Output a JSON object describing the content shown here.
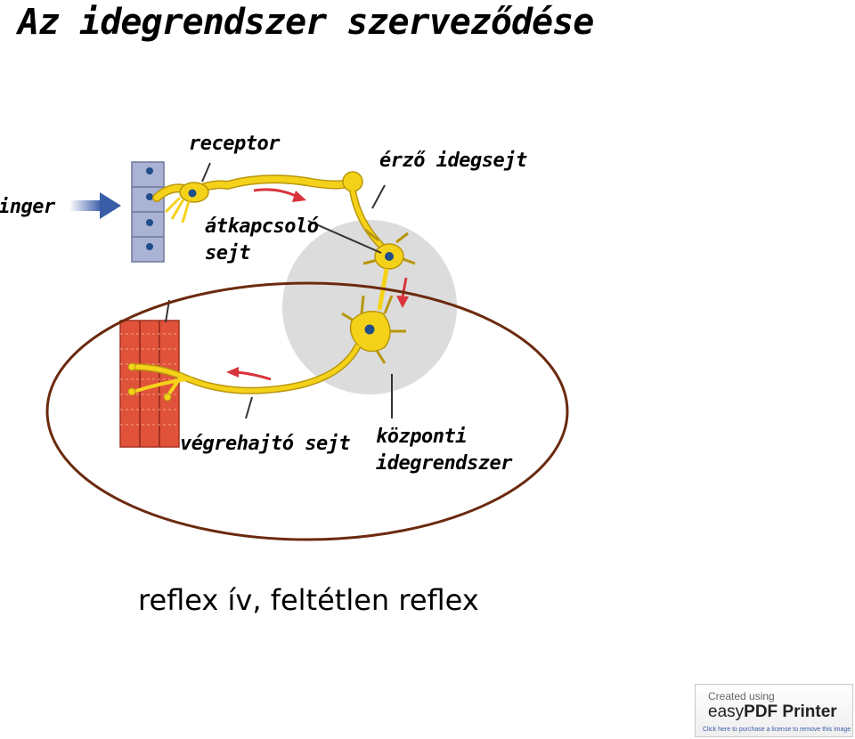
{
  "title": "Az idegrendszer szerveződése",
  "labels": {
    "stimulus": "inger",
    "receptor": "receptor",
    "sensory_neuron": "érző idegsejt",
    "interneuron_line1": "átkapcsoló",
    "interneuron_line2": "sejt",
    "effector": "végrehajtó sejt",
    "cns_line1": "központi",
    "cns_line2": "idegrendszer"
  },
  "caption": "reflex ív, feltétlen reflex",
  "watermark": {
    "line1": "Created using",
    "line2_prefix": "easy",
    "line2_brand": "PDF Printer",
    "line3": "Click here to purchase a license to remove this image"
  },
  "colors": {
    "neuron": "#f5d21a",
    "neuron_outline": "#b8960c",
    "nucleus": "#1f4e8a",
    "flow_arrow": "#d9343c",
    "stimulus_arrow": "#3a5da8",
    "cns_area": "#dcdcdc",
    "ellipse": "#6b2a0e",
    "muscle": "#e0533a",
    "receptor_cells": "#aab3d4"
  }
}
